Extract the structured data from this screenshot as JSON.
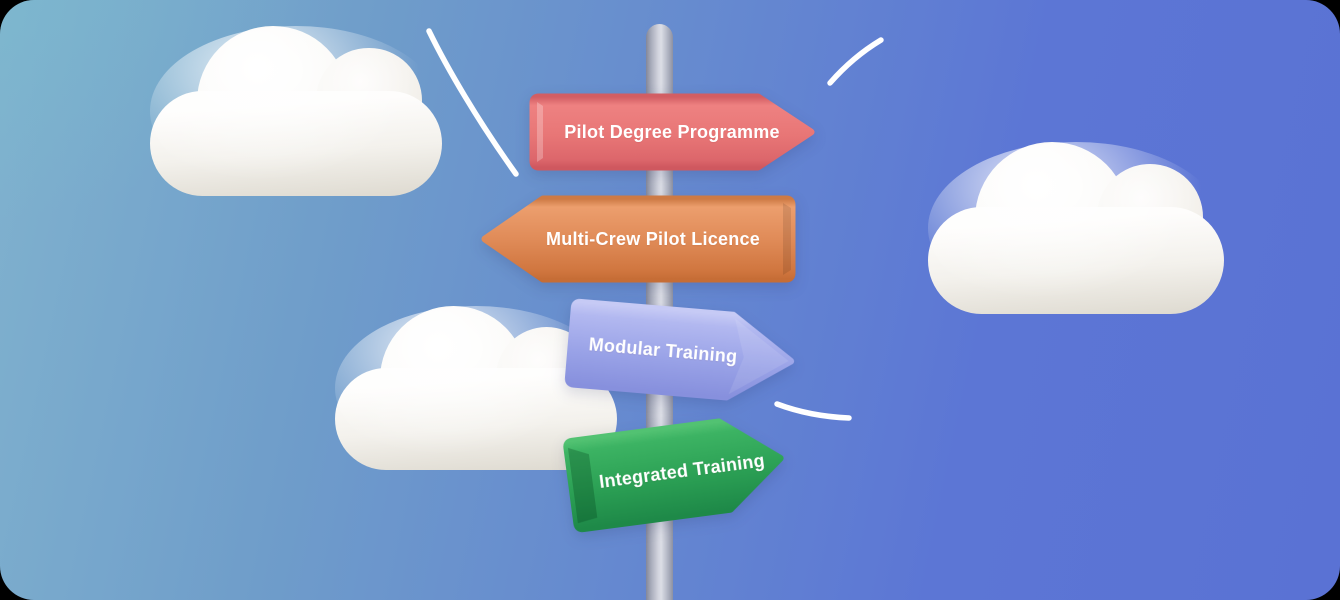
{
  "illustration": {
    "background": {
      "gradient_start": "#80b2ce",
      "gradient_end": "#5a72d4"
    },
    "pole_color": "#c9ccd6",
    "cloud_color": "#f7f5f1",
    "accent_line_color": "#ffffff",
    "signs": [
      {
        "label": "Pilot Degree Programme",
        "color": "#e87676",
        "direction": "right"
      },
      {
        "label": "Multi-Crew Pilot Licence",
        "color": "#e08b58",
        "direction": "left"
      },
      {
        "label": "Modular Training",
        "color": "#99a2e7",
        "direction": "right"
      },
      {
        "label": "Integrated Training",
        "color": "#2ca155",
        "direction": "right"
      }
    ]
  }
}
